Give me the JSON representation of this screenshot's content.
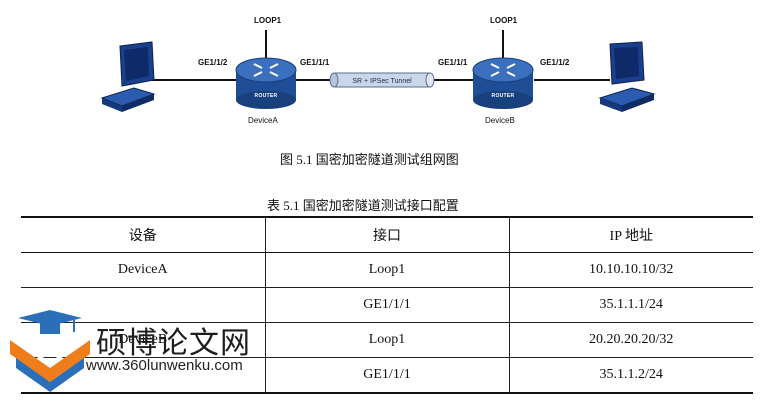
{
  "diagram": {
    "left_router": {
      "name": "DeviceA",
      "loopback": "LOOP1",
      "port_left": "GE1/1/2",
      "port_right": "GE1/1/1",
      "badge": "ROUTER"
    },
    "right_router": {
      "name": "DeviceB",
      "loopback": "LOOP1",
      "port_left": "GE1/1/1",
      "port_right": "GE1/1/2",
      "badge": "ROUTER"
    },
    "tunnel_label": "SR + IPSec Tunnel",
    "figure_caption": "图 5.1  国密加密隧道测试组网图",
    "colors": {
      "router_blue": "#1f4e96",
      "tunnel_fill": "#c9d7ea",
      "pc_blue": "#1a3f8c"
    }
  },
  "table": {
    "caption": "表 5.1  国密加密隧道测试接口配置",
    "headers": [
      "设备",
      "接口",
      "IP 地址"
    ],
    "rows": [
      {
        "device": "DeviceA",
        "interface": "Loop1",
        "ip": "10.10.10.10/32"
      },
      {
        "device": "",
        "interface": "GE1/1/1",
        "ip": "35.1.1.1/24"
      },
      {
        "device": "DeviceB",
        "interface": "Loop1",
        "ip": "20.20.20.20/32"
      },
      {
        "device": "",
        "interface": "GE1/1/1",
        "ip": "35.1.1.2/24"
      }
    ]
  },
  "watermark": {
    "site_name": "硕博论文网",
    "url": "www.360lunwenku.com",
    "colors": {
      "cap_blue": "#2b6fb8",
      "pencil_orange": "#ef7d1a"
    }
  }
}
